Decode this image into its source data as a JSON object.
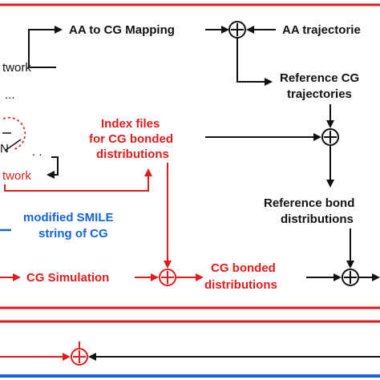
{
  "colors": {
    "black": "#111111",
    "red": "#e01b1b",
    "blue": "#1565d8"
  },
  "labels": {
    "aa_to_cg_mapping": "AA to CG Mapping",
    "aa_trajectories": "AA trajectorie",
    "reference_cg_line1": "Reference CG",
    "reference_cg_line2": "trajectories",
    "network_top": "twork",
    "ellipsis": "...",
    "n_letter": "N",
    "dots": ". .",
    "network_bottom": "twork",
    "index_files_line1": "Index files",
    "index_files_line2": "for CG bonded",
    "index_files_line3": "distributions",
    "reference_bonded_line1": "Reference bond",
    "reference_bonded_line2": "distributions",
    "modified_smile_line1": "modified SMILE",
    "modified_smile_line2": "string of CG",
    "cg_simulation": "CG Simulation",
    "cg_bonded_line1": "CG bonded",
    "cg_bonded_line2": "distributions"
  },
  "symbols": {
    "sum_node": "circle-plus"
  }
}
